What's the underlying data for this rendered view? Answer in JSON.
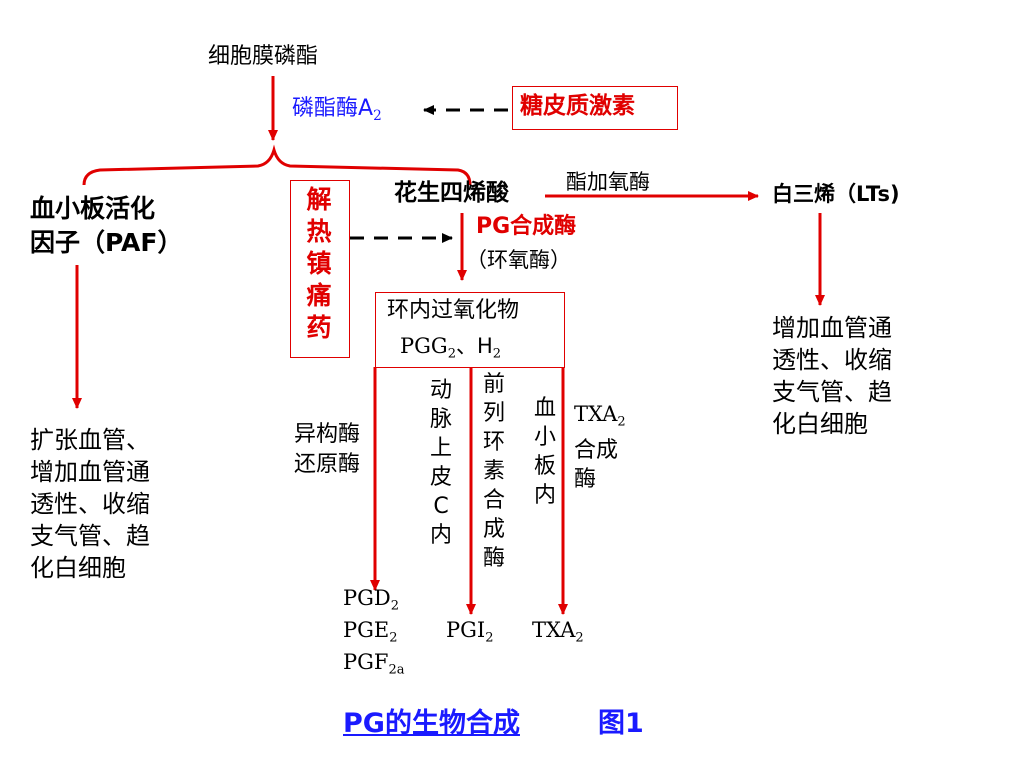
{
  "nodes": {
    "membrane": "细胞膜磷酯",
    "pla2_prefix": "磷酯酶A",
    "pla2_sub": "2",
    "glucocorticoid": "糖皮质激素",
    "paf_line1": "血小板活化",
    "paf_line2": "因子（PAF）",
    "nsaid": "解热镇痛药",
    "arachidonic": "花生四烯酸",
    "lipoxygenase": "酯加氧酶",
    "leukotriene": "白三烯（LTs)",
    "pg_synthase": "PG合成酶",
    "cyclooxygenase": "（环氧酶）",
    "endoperoxide_line1": "环内过氧化物",
    "endoperoxide_pgg": "PGG",
    "endoperoxide_pgg_sub": "2",
    "endoperoxide_sep": "、H",
    "endoperoxide_h_sub": "2",
    "isomerase": "异构酶\n还原酶",
    "arterial_endothelium": "动脉上皮C内",
    "prostacyclin_synthase": "前列环素合成酶",
    "in_platelet": "血小板内",
    "txa2_synthase_prefix": "TXA",
    "txa2_synthase_sub": "2",
    "txa2_synthase_rest": "合成酶",
    "paf_effect": "扩张血管、\n增加血管通\n透性、收缩\n支气管、趋\n化白细胞",
    "lt_effect": "增加血管通\n透性、收缩\n支气管、趋\n化白细胞",
    "pgd": "PGD",
    "pgd_sub": "2",
    "pge": "PGE",
    "pge_sub": "2",
    "pgf": "PGF",
    "pgf_sub": "2a",
    "pgi": "PGI",
    "pgi_sub": "2",
    "txa": "TXA",
    "txa_sub": "2"
  },
  "caption": {
    "title": "PG的生物合成",
    "figure": "图1"
  },
  "colors": {
    "red": "#e00000",
    "blue": "#1a1aff",
    "black": "#000000"
  }
}
